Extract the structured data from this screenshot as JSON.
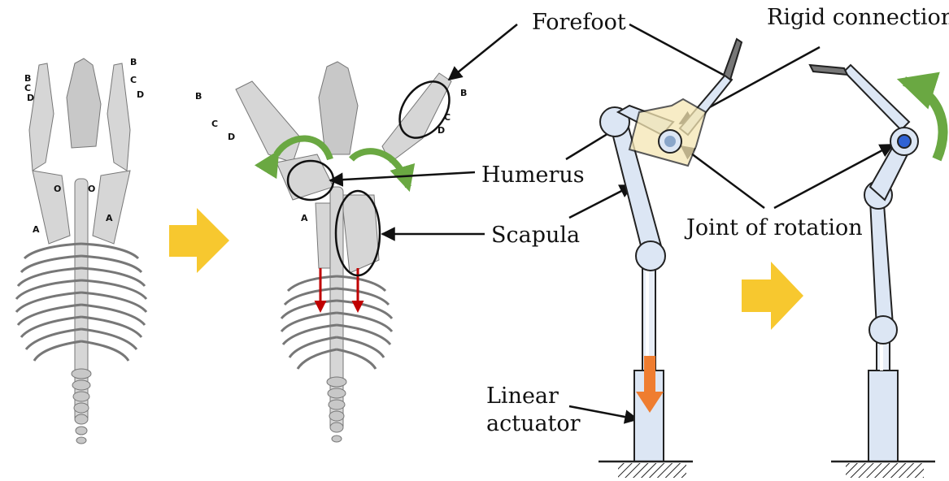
{
  "labels": {
    "forefoot": "Forefoot",
    "rigid_connection": "Rigid connection",
    "humerus": "Humerus",
    "scapula": "Scapula",
    "joint_of_rotation": "Joint of rotation",
    "linear_actuator_line1": "Linear",
    "linear_actuator_line2": "actuator"
  },
  "skeleton_markers": {
    "a": "A",
    "b": "B",
    "c": "C",
    "d": "D",
    "o": "O"
  },
  "colors": {
    "rotation_arrow": "#6aa842",
    "push_arrow": "#c00000",
    "transition_arrow": "#f7c82f",
    "actuator_arrow": "#ef7d30",
    "link_fill": "#dce6f4",
    "joint_pivot": "#2f62d4",
    "rigid_plate": "#f5e6b3"
  }
}
